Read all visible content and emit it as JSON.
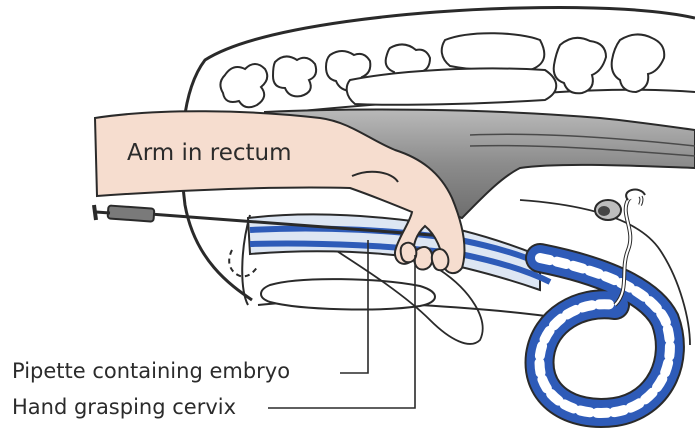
{
  "labels": {
    "arm": "Arm in rectum",
    "pipette": "Pipette containing embryo",
    "hand": "Hand grasping cervix"
  },
  "colors": {
    "outline": "#2a2a2a",
    "skin": "#f6ddcf",
    "reproductive_tract": "#2e5bb8",
    "tract_light": "#dde6f3",
    "rectum_shade": "#8f8f8f",
    "background": "#ffffff"
  },
  "icons": {
    "pipette": "syringe-pipette-icon",
    "hand": "hand-icon"
  }
}
